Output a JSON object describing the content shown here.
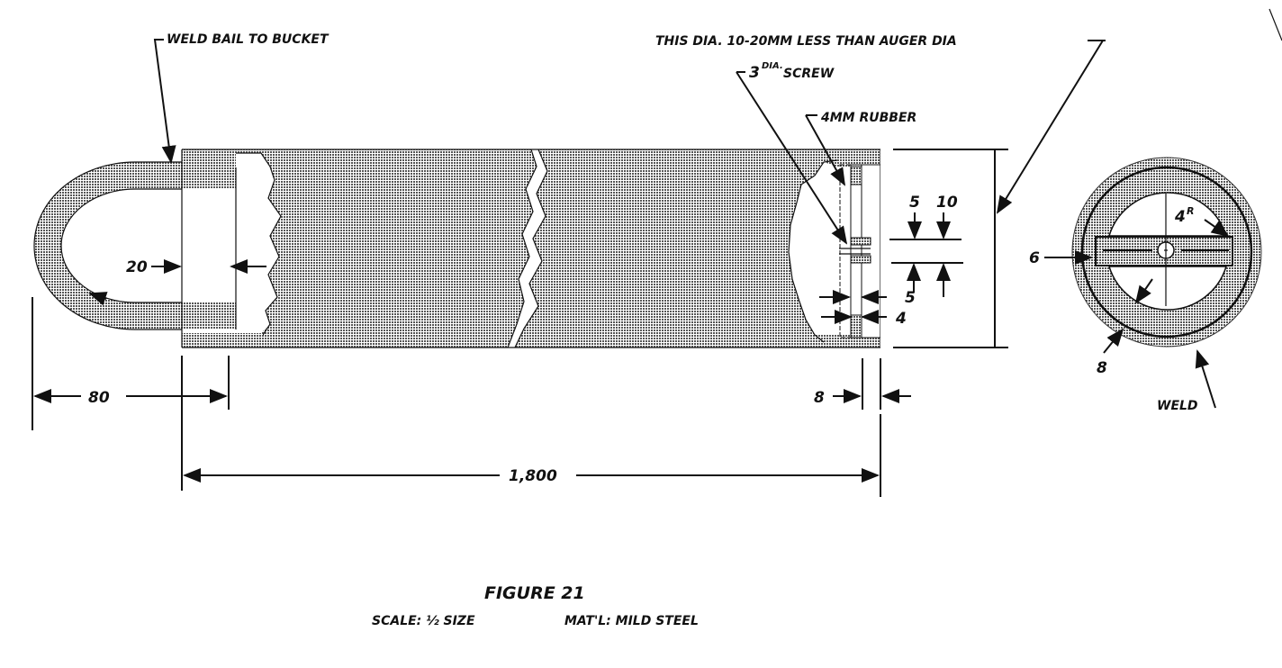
{
  "labels": {
    "weld_bail": "WELD BAIL TO BUCKET",
    "dia_note": "THIS DIA. 10-20MM LESS THAN AUGER DIA",
    "screw": "3 DIA. SCREW",
    "screw_num": "3",
    "screw_sup": "DIA.",
    "screw_text": "SCREW",
    "rubber": "4MM RUBBER",
    "weld": "WELD"
  },
  "dimensions": {
    "d20": "20",
    "d80": "80",
    "d1800": "1,800",
    "d8_side": "8",
    "d5_top": "5",
    "d10_top": "10",
    "d5_side": "5",
    "d4_side": "4",
    "d6_end": "6",
    "d8_end": "8",
    "d4r_num": "4",
    "d4r_sup": "R"
  },
  "caption": {
    "title": "FIGURE 21",
    "scale": "SCALE: ½ SIZE",
    "material": "MAT'L: MILD STEEL"
  }
}
